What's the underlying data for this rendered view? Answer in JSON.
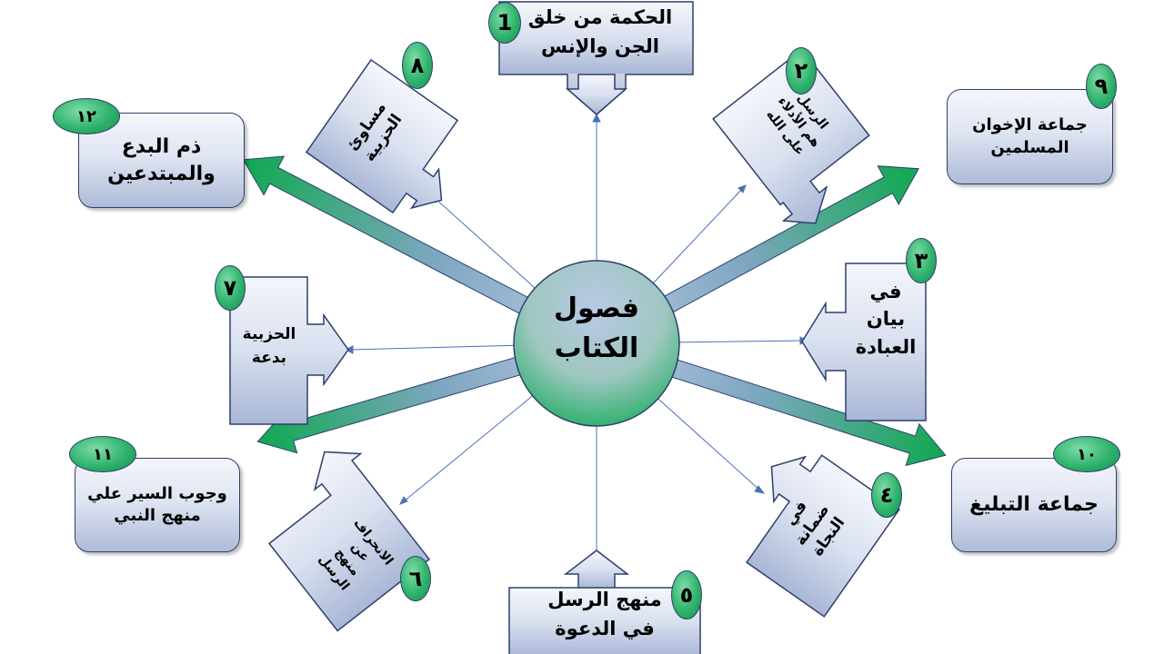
{
  "center": {
    "line1": "فصول",
    "line2": "الكتاب"
  },
  "nodes": {
    "n1": {
      "number": "1",
      "line1": "الحكمة من خلق",
      "line2": "الجن والإنس"
    },
    "n2": {
      "number": "٢",
      "line1": "الرسل",
      "line2": "هم الأدلاء",
      "line3": "على الله"
    },
    "n3": {
      "number": "٣",
      "line1": "في",
      "line2": "بيان",
      "line3": "العبادة"
    },
    "n4": {
      "number": "٤",
      "line1": "في",
      "line2": "ضمانة",
      "line3": "النجاة"
    },
    "n5": {
      "number": "٥",
      "line1": "منهج الرسل",
      "line2": "في الدعوة"
    },
    "n6": {
      "number": "٦",
      "line1": "الانحراف",
      "line2": "عن",
      "line3": "منهج",
      "line4": "الرسل"
    },
    "n7": {
      "number": "٧",
      "line1": "الحزبية",
      "line2": "بدعة"
    },
    "n8": {
      "number": "٨",
      "line1": "مساوئ",
      "line2": "الحزبية"
    },
    "n9": {
      "number": "٩",
      "line1": "جماعة الإخوان",
      "line2": "المسلمين"
    },
    "n10": {
      "number": "١٠",
      "line1": "جماعة التبليغ"
    },
    "n11": {
      "number": "١١",
      "line1": "وجوب السير علي",
      "line2": "منهج النبي"
    },
    "n12": {
      "number": "١٢",
      "line1": "ذم البدع",
      "line2": "والمبتدعين"
    }
  },
  "colors": {
    "card_top": "#f4f6fb",
    "card_bottom": "#aebbd8",
    "border": "#2e3f6e",
    "badge_green": "#2fb36c",
    "arrow_green": "#1aa85a",
    "line_blue": "#4a70b8"
  }
}
